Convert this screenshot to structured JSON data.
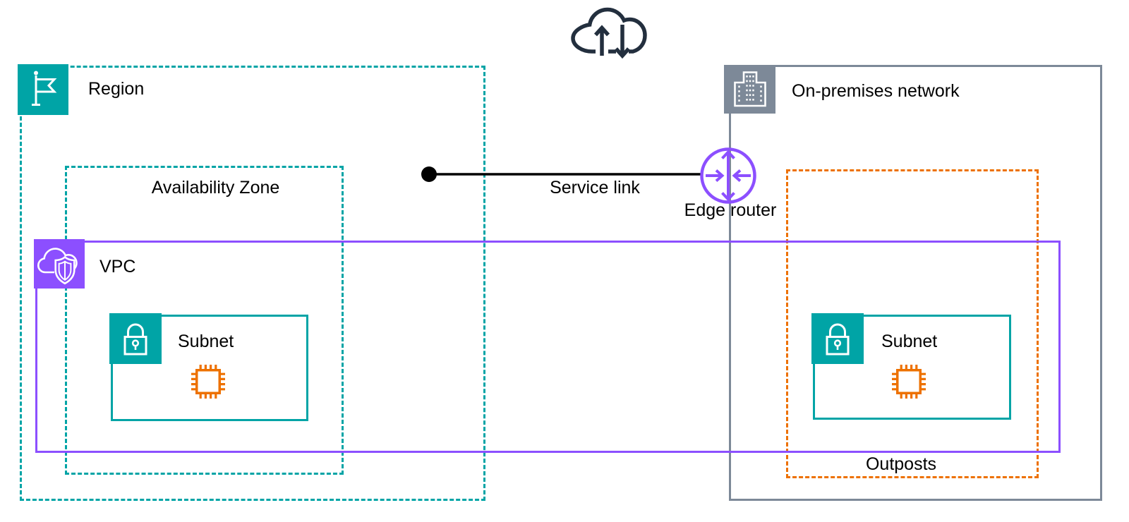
{
  "colors": {
    "teal": "#00A4A6",
    "purple": "#8C4FFF",
    "orange": "#ED7100",
    "gray": "#7D8998",
    "navy": "#232F3E",
    "text": "#000000",
    "background": "#FFFFFF"
  },
  "diagram": {
    "internet_cloud": {
      "icon": "cloud-transfer-arrows-icon"
    },
    "region": {
      "label": "Region",
      "icon": "flag-icon"
    },
    "availability_zone": {
      "label": "Availability Zone"
    },
    "vpc": {
      "label": "VPC",
      "icon": "cloud-shield-icon"
    },
    "vpc_subnet": {
      "label": "Subnet",
      "icon": "lock-icon",
      "resource_icon": "chip-icon"
    },
    "service_link": {
      "label": "Service link"
    },
    "edge_router": {
      "label": "Edge router",
      "icon": "router-arrows-icon"
    },
    "on_premises": {
      "label": "On-premises network",
      "icon": "building-icon"
    },
    "outposts": {
      "label": "Outposts"
    },
    "outposts_subnet": {
      "label": "Subnet",
      "icon": "lock-icon",
      "resource_icon": "chip-icon"
    }
  }
}
